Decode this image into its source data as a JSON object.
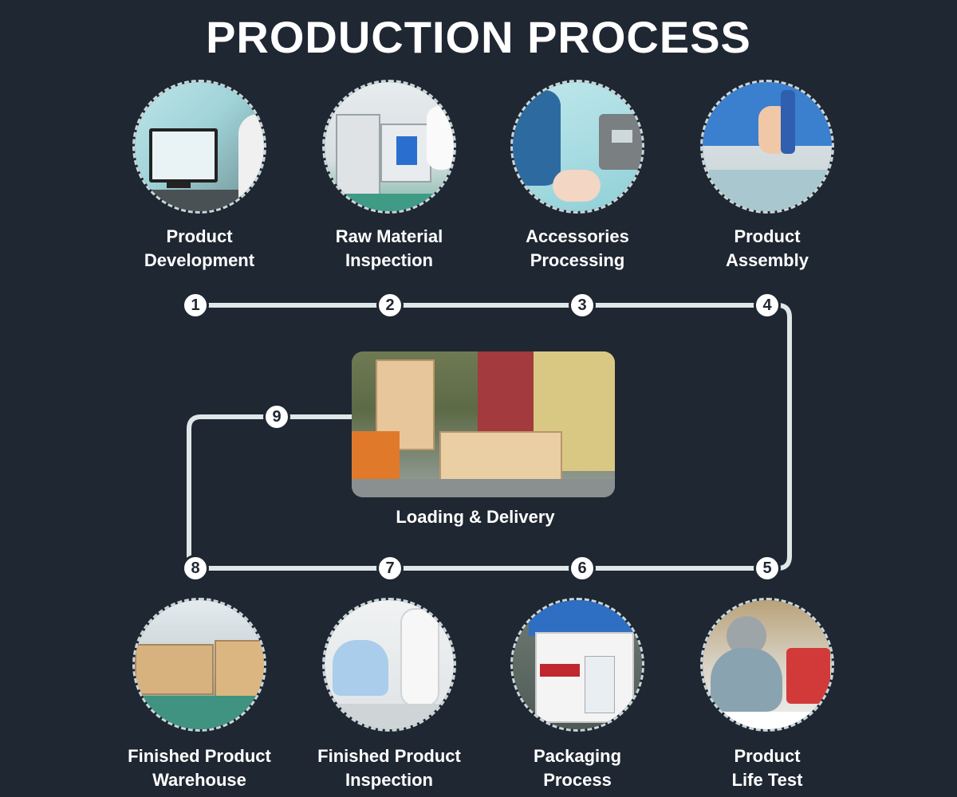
{
  "title": "PRODUCTION PROCESS",
  "steps": [
    {
      "num": "1",
      "line1": "Product",
      "line2": "Development"
    },
    {
      "num": "2",
      "line1": "Raw Material",
      "line2": "Inspection"
    },
    {
      "num": "3",
      "line1": "Accessories",
      "line2": "Processing"
    },
    {
      "num": "4",
      "line1": "Product",
      "line2": "Assembly"
    },
    {
      "num": "5",
      "line1": "Product",
      "line2": "Life Test"
    },
    {
      "num": "6",
      "line1": "Packaging",
      "line2": "Process"
    },
    {
      "num": "7",
      "line1": "Finished Product",
      "line2": "Inspection"
    },
    {
      "num": "8",
      "line1": "Finished Product",
      "line2": "Warehouse"
    },
    {
      "num": "9",
      "label": "Loading & Delivery"
    }
  ],
  "colors": {
    "background": "#1f2732",
    "line": "#dfe7e8",
    "badge": "#ffffff"
  }
}
